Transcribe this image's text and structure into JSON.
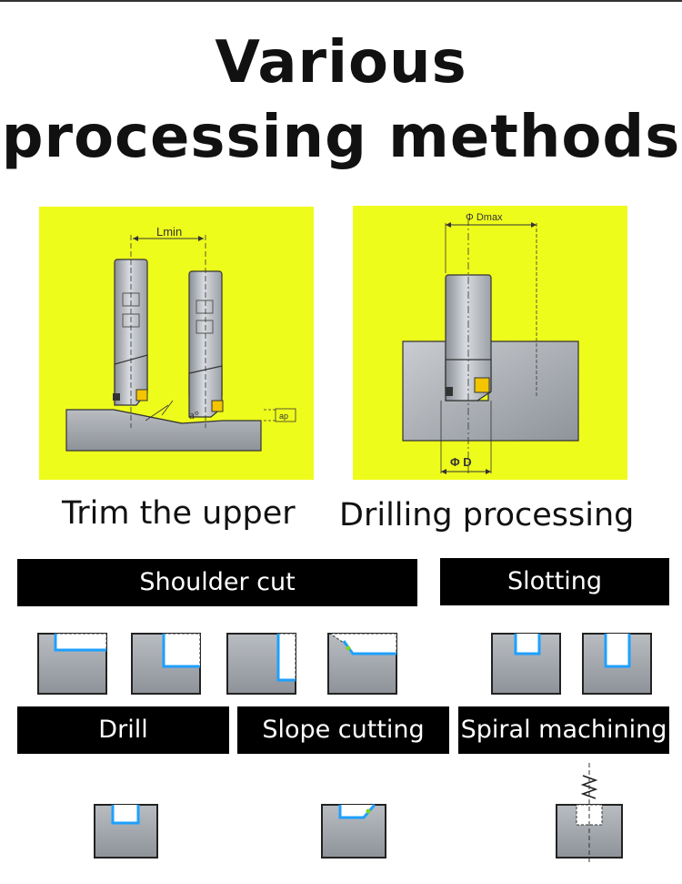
{
  "title": {
    "line1": "Various",
    "line2": "processing methods"
  },
  "diagrams": {
    "trim": {
      "label_lmin": "Lmin",
      "label_angle": "a°",
      "label_ap": "ap",
      "caption": "Trim the upper"
    },
    "drill": {
      "label_dmax": "Φ Dmax",
      "label_d": "Φ D",
      "caption": "Drilling processing"
    }
  },
  "methods": {
    "shoulder_cut": "Shoulder cut",
    "slotting": "Slotting",
    "drill": "Drill",
    "slope_cutting": "Slope cutting",
    "spiral_machining": "Spiral machining"
  },
  "colors": {
    "panel": "#eefc1c",
    "edge": "#1ea0ff",
    "bar": "#000000"
  }
}
